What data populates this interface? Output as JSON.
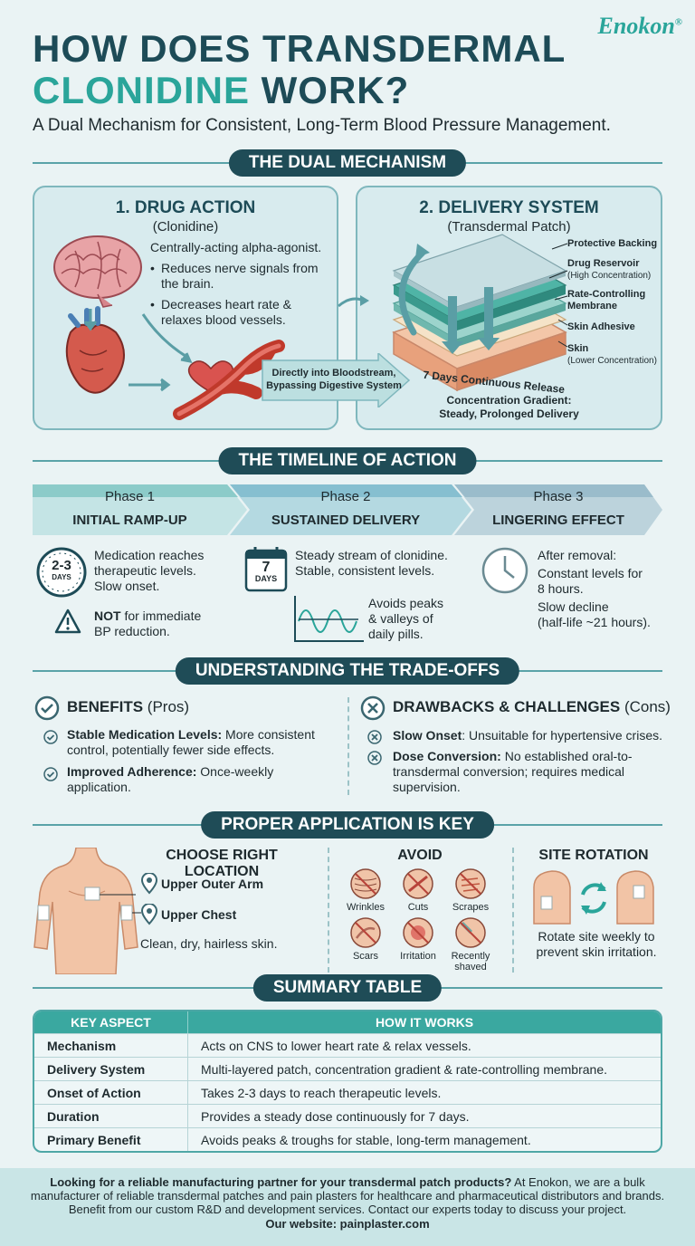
{
  "brand": "Enokon",
  "brand_mark": "®",
  "title": {
    "line1": "HOW DOES TRANSDERMAL",
    "line2_accent": "CLONIDINE",
    "line2_rest": " WORK?"
  },
  "subtitle": "A Dual Mechanism for Consistent, Long-Term Blood Pressure Management.",
  "sections": {
    "dual": "THE DUAL MECHANISM",
    "timeline": "THE TIMELINE OF ACTION",
    "tradeoffs": "UNDERSTANDING THE TRADE-OFFS",
    "application": "PROPER APPLICATION IS KEY",
    "summary": "SUMMARY TABLE"
  },
  "drug": {
    "title": "1. DRUG ACTION",
    "sub": "(Clonidine)",
    "lead": "Centrally-acting alpha-agonist.",
    "bullets": [
      "Reduces nerve signals from the brain.",
      "Decreases heart rate & relaxes blood vessels."
    ]
  },
  "delivery": {
    "title": "2. DELIVERY SYSTEM",
    "sub": "(Transdermal Patch)",
    "layers": [
      {
        "name": "Protective Backing",
        "note": ""
      },
      {
        "name": "Drug Reservoir",
        "note": "(High Concentration)"
      },
      {
        "name": "Rate-Controlling Membrane",
        "note": ""
      },
      {
        "name": "Skin Adhesive",
        "note": ""
      },
      {
        "name": "Skin",
        "note": "(Lower Concentration)"
      }
    ],
    "release": "7 Days Continuous Release",
    "gradient_line1": "Concentration Gradient:",
    "gradient_line2": "Steady, Prolonged Delivery"
  },
  "bloodstream_arrow": {
    "line1": "Directly into Bloodstream,",
    "line2": "Bypassing Digestive System"
  },
  "timeline": [
    {
      "phase": "Phase 1",
      "name": "INITIAL RAMP-UP",
      "badge_top": "2-3",
      "badge_bottom": "DAYS",
      "lines": [
        "Medication reaches",
        "therapeutic levels.",
        "Slow onset."
      ],
      "warn_bold": "NOT",
      "warn_rest": " for immediate",
      "warn_line2": "BP reduction."
    },
    {
      "phase": "Phase 2",
      "name": "SUSTAINED DELIVERY",
      "badge_top": "7",
      "badge_bottom": "DAYS",
      "lines": [
        "Steady stream of clonidine.",
        "Stable, consistent levels."
      ],
      "graph_note": [
        "Avoids peaks",
        "& valleys of",
        "daily pills."
      ]
    },
    {
      "phase": "Phase 3",
      "name": "LINGERING EFFECT",
      "lines": [
        "After removal:",
        "Constant levels for",
        "8 hours.",
        "Slow decline",
        "(half-life ~21 hours)."
      ]
    }
  ],
  "benefits": {
    "head": "BENEFITS",
    "head_light": " (Pros)",
    "items": [
      {
        "bold": "Stable Medication Levels:",
        "rest": " More consistent",
        "line2": "control, potentially fewer side effects."
      },
      {
        "bold": "Improved Adherence:",
        "rest": " Once-weekly",
        "line2": "application."
      }
    ]
  },
  "drawbacks": {
    "head": "DRAWBACKS & CHALLENGES",
    "head_light": " (Cons)",
    "items": [
      {
        "bold": "Slow Onset",
        "rest": ": Unsuitable for hypertensive crises.",
        "line2": "",
        "line3": ""
      },
      {
        "bold": "Dose Conversion:",
        "rest": " No established oral-to-",
        "line2": "transdermal conversion; requires medical",
        "line3": "supervision."
      }
    ]
  },
  "application": {
    "location_head": "CHOOSE RIGHT LOCATION",
    "locations": [
      "Upper Outer Arm",
      "Upper Chest"
    ],
    "skin_note": "Clean, dry, hairless skin.",
    "avoid_head": "AVOID",
    "avoid": [
      "Wrinkles",
      "Cuts",
      "Scrapes",
      "Scars",
      "Irritation",
      "Recently shaved"
    ],
    "rotation_head": "SITE ROTATION",
    "rotation_note_line1": "Rotate site weekly to",
    "rotation_note_line2": "prevent skin irritation."
  },
  "summary_table": {
    "headers": [
      "KEY ASPECT",
      "HOW IT WORKS"
    ],
    "rows": [
      [
        "Mechanism",
        "Acts on CNS to lower heart rate & relax vessels."
      ],
      [
        "Delivery System",
        "Multi-layered patch, concentration gradient & rate-controlling membrane."
      ],
      [
        "Onset of Action",
        "Takes 2-3 days to reach therapeutic levels."
      ],
      [
        "Duration",
        "Provides a steady dose continuously for 7 days."
      ],
      [
        "Primary Benefit",
        "Avoids peaks & troughs for stable, long-term management."
      ]
    ]
  },
  "footer": {
    "cta": "Looking for a reliable manufacturing partner for your transdermal patch products?",
    "body": " At Enokon, we are a bulk manufacturer of reliable transdermal patches and pain plasters for healthcare and pharmaceutical distributors and brands. Benefit from our custom R&D and development services. Contact our experts today to discuss your project.",
    "site": "Our website: painplaster.com"
  },
  "colors": {
    "navy": "#1f4c57",
    "teal": "#2aa59a",
    "panel": "#d8ebee",
    "background": "#eaf3f4"
  }
}
